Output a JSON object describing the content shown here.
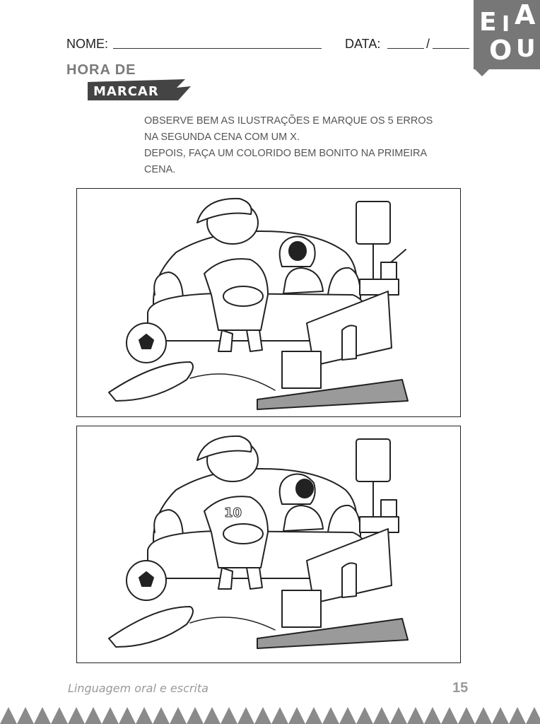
{
  "header": {
    "name_label": "NOME:",
    "date_label": "DATA:",
    "date_sep": "/",
    "title_line1": "HORA DE",
    "title_line2": "MARCAR"
  },
  "vowels": {
    "v1": "E",
    "v2": "I",
    "v3": "A",
    "v4": "O",
    "v5": "U"
  },
  "instructions": {
    "line1": "OBSERVE BEM AS ILUSTRAÇÕES E MARQUE OS 5 ERROS",
    "line2": "NA SEGUNDA CENA COM UM X.",
    "line3": "DEPOIS, FAÇA UM COLORIDO BEM BONITO NA PRIMEIRA",
    "line4": "CENA."
  },
  "scene2": {
    "shirt_number": "10"
  },
  "footer": {
    "subject": "Linguagem oral e escrita",
    "page_number": "15"
  },
  "colors": {
    "accent_gray": "#777777",
    "text_gray": "#555555",
    "border": "#222222"
  }
}
